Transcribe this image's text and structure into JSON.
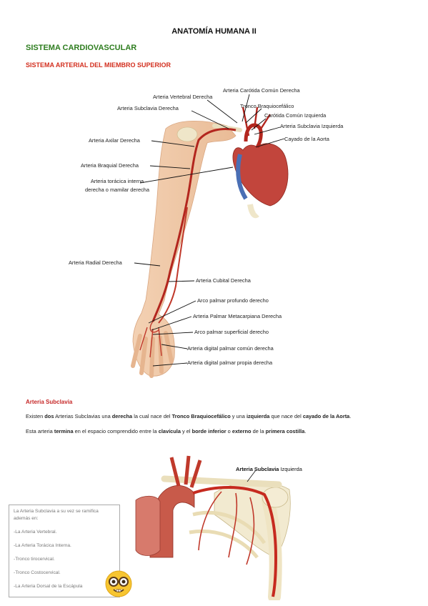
{
  "title": "ANATOMÍA HUMANA II",
  "section": {
    "text": "SISTEMA CARDIOVASCULAR",
    "color": "#2e7d1f"
  },
  "subsection": {
    "text": "SISTEMA ARTERIAL DEL MIEMBRO SUPERIOR",
    "color": "#d32f1f"
  },
  "labels": {
    "carotida_comun_der": "Arteria Carótida Común Derecha",
    "vertebral_der": "Arteria Vertebral Derecha",
    "tronco_braquio": "Tronco Braquiocefálico",
    "subclavia_der": "Arteria Subclavia Derecha",
    "carotida_comun_izq": "Carótida Común Izquierda",
    "subclavia_izq": "Arteria Subclavia Izquierda",
    "cayado": "Cayado de la Aorta",
    "axilar_der": "Arteria Axilar Derecha",
    "braquial_der": "Arteria Braquial Derecha",
    "toracica_interna": "Arteria torácica interna derecha o mamilar derecha",
    "radial_der": "Arteria Radial Derecha",
    "cubital_der": "Arteria Cubital Derecha",
    "arco_profundo": "Arco palmar profundo derecho",
    "palmar_metacarpiana": "Arteria Palmar Metacarpiana Derecha",
    "arco_superficial": "Arco palmar superficial derecho",
    "digital_comun": "Arteria digital palmar común derecha",
    "digital_propia": "Arteria digital palmar propia derecha"
  },
  "subclavia_section": {
    "heading": "Arteria Subclavia",
    "heading_color": "#c62828",
    "p1": {
      "t1": "Existen ",
      "b1": "dos",
      "t2": " Arterias Subclavias una ",
      "b2": "derecha",
      "t3": " la cual nace del ",
      "b3": "Tronco Braquiocefálico",
      "t4": " y una ",
      "b4": "izquierda",
      "t5": " que nace del ",
      "b5": "cayado de la Aorta",
      "t6": "."
    },
    "p2": {
      "t1": "Esta arteria ",
      "b1": "termina",
      "t2": " en el espacio comprendido entre la ",
      "b2": "clavícula",
      "t3": " y el ",
      "b3": "borde inferior",
      "t4": " o ",
      "b4": "externo",
      "t5": " de la ",
      "b5": "primera costilla",
      "t6": "."
    }
  },
  "figure2": {
    "label_bold": "Arteria Subclavia",
    "label_rest": " Izquierda"
  },
  "note": {
    "intro": "La Arteria Subclavia a su vez se ramifica además en:",
    "items": [
      "-La Arteria Vertebral.",
      "-La Arteria Torácica Interna.",
      "-Tronco tirocervical.",
      "-Tronco Costocervical.",
      "-La Arteria Dorsal de la Escápula"
    ]
  },
  "emoji_icon": "nerd-face-icon"
}
